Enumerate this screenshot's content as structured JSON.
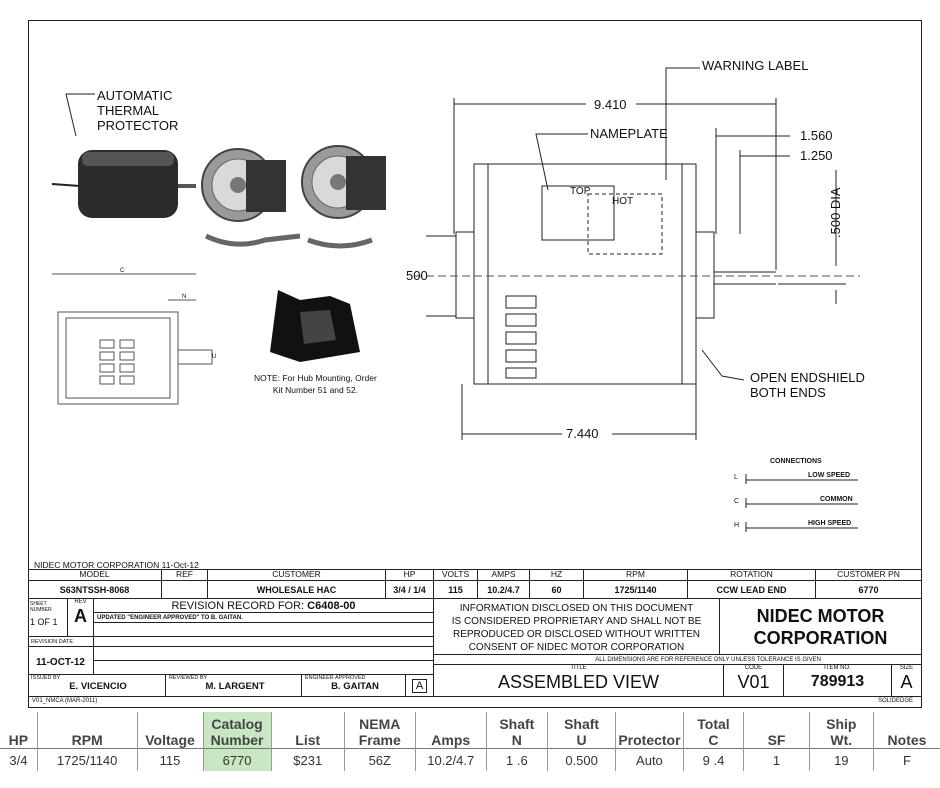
{
  "drawing": {
    "callouts": {
      "thermal_protector": [
        "AUTOMATIC",
        "THERMAL",
        "PROTECTOR"
      ],
      "warning_label": "WARNING LABEL",
      "nameplate": "NAMEPLATE",
      "open_endshield": [
        "OPEN ENDSHIELD",
        "BOTH ENDS"
      ],
      "nameplate_top": "TOP",
      "warning_hot": "HOT"
    },
    "dims": {
      "overall_length": "9.410",
      "body_length": "7.440",
      "dim_1": "1.560",
      "dim_2": "1.250",
      "shaft_dia": ".500  DIA",
      "left_partial": "500"
    },
    "small_view_labels": {
      "c": "C",
      "n": "N",
      "u": "U"
    },
    "hub_note": [
      "NOTE: For Hub Mounting, Order",
      "Kit Number 51 and 52."
    ],
    "connections": {
      "title": "CONNECTIONS",
      "rows": [
        {
          "tag": "L",
          "label": "LOW SPEED"
        },
        {
          "tag": "C",
          "label": "COMMON"
        },
        {
          "tag": "H",
          "label": "HIGH SPEED"
        }
      ]
    }
  },
  "title_block": {
    "header_line": "NIDEC MOTOR CORPORATION 11-Oct-12",
    "headers": {
      "model": "MODEL",
      "ref": "REF",
      "customer": "CUSTOMER",
      "hp": "HP",
      "volts": "VOLTS",
      "amps": "AMPS",
      "hz": "HZ",
      "rpm": "RPM",
      "rotation": "ROTATION",
      "customer_pn": "CUSTOMER PN"
    },
    "values": {
      "model": "S63NTSSH-8068",
      "ref": "",
      "customer": "WHOLESALE HAC",
      "hp": "3/4 / 1/4",
      "volts": "115",
      "amps": "10.2/4.7",
      "hz": "60",
      "rpm": "1725/1140",
      "rotation": "CCW LEAD END",
      "customer_pn": "6770"
    },
    "sheet_number_label": "SHEET NUMBER",
    "sheet": "1 OF 1",
    "rev_label": "REV",
    "rev": "A",
    "revision_record_prefix": "REVISION RECORD FOR:",
    "revision_record_id": "C6408-00",
    "revision_note": "UPDATED \"ENGINEER APPROVED\" TO B. GAITAN.",
    "revision_date_label": "REVISION DATE",
    "revision_date": "11-OCT-12",
    "issued_by_label": "ISSUED BY",
    "issued_by": "E. VICENCIO",
    "reviewed_by_label": "REVIEWED BY",
    "reviewed_by": "M. LARGENT",
    "engineer_label": "ENGINEER APPROVED",
    "engineer": "B. GAITAN",
    "badge": "A",
    "disclaimer": [
      "INFORMATION DISCLOSED ON THIS DOCUMENT",
      "IS CONSIDERED PROPRIETARY AND SHALL NOT BE",
      "REPRODUCED OR DISCLOSED WITHOUT WRITTEN",
      "CONSENT OF NIDEC MOTOR CORPORATION"
    ],
    "company": [
      "NIDEC MOTOR",
      "CORPORATION"
    ],
    "dims_note": "ALL DIMENSIONS ARE FOR REFERENCE ONLY UNLESS TOLERANCE IS GIVEN",
    "title_label": "TITLE",
    "title": "ASSEMBLED VIEW",
    "code_label": "CODE",
    "code": "V01",
    "item_no_label": "ITEM NO.",
    "item_no": "789913",
    "size_label": "SIZE",
    "size": "A",
    "form_id": "V01_NMCA (MAR-2011)",
    "software": "SOLIDEDGE"
  },
  "spec_table": {
    "headers": [
      [
        "",
        "HP"
      ],
      [
        "",
        "RPM"
      ],
      [
        "",
        "Voltage"
      ],
      [
        "Catalog",
        "Number"
      ],
      [
        "",
        "List"
      ],
      [
        "NEMA",
        "Frame"
      ],
      [
        "",
        "Amps"
      ],
      [
        "Shaft",
        "N"
      ],
      [
        "Shaft",
        "U"
      ],
      [
        "",
        "Protector"
      ],
      [
        "Total",
        "C"
      ],
      [
        "",
        "SF"
      ],
      [
        "Ship",
        "Wt."
      ],
      [
        "",
        "Notes"
      ]
    ],
    "row": [
      "3/4",
      "1725/1140",
      "115",
      "6770",
      "$231",
      "56Z",
      "10.2/4.7",
      "1 .6",
      "0.500",
      "Auto",
      "9 .4",
      "1",
      "19",
      "F"
    ]
  }
}
